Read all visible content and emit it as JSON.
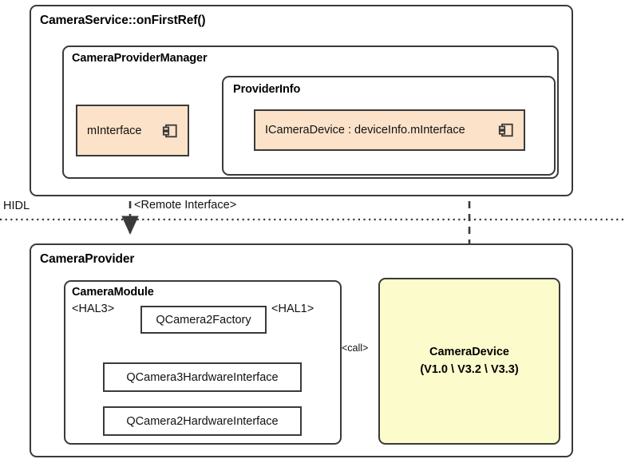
{
  "diagram": {
    "title_text": "CameraService::onFirstRef()",
    "hidl_divider_label": "HIDL",
    "remote_interface_label": "<Remote Interface>",
    "call_label": "<call>",
    "hal3_label": "<HAL3>",
    "hal1_label": "<HAL1>"
  },
  "service_layer": {
    "title": "CameraService::onFirstRef()",
    "provider_manager": {
      "title": "CameraProviderManager",
      "interface_component": {
        "label": "mInterface",
        "icon": "uml-component-icon"
      },
      "provider_info": {
        "title": "ProviderInfo",
        "device_component": {
          "label": "ICameraDevice : deviceInfo.mInterface",
          "icon": "uml-component-icon"
        }
      }
    }
  },
  "hal_layer": {
    "provider": {
      "title": "CameraProvider",
      "camera_module": {
        "title": "CameraModule",
        "factory": {
          "label": "QCamera2Factory"
        },
        "hal3_interface": {
          "label": "QCamera3HardwareInterface"
        },
        "hal1_interface": {
          "label": "QCamera2HardwareInterface"
        }
      },
      "camera_device": {
        "line1": "CameraDevice",
        "line2": "(V1.0 \\ V3.2 \\ V3.3)"
      }
    }
  },
  "colors": {
    "component_fill": "#FBE2C8",
    "device_fill": "#FCFBCC",
    "stroke": "#3A3A38",
    "text": "#111111",
    "background": "#FFFFFF"
  }
}
